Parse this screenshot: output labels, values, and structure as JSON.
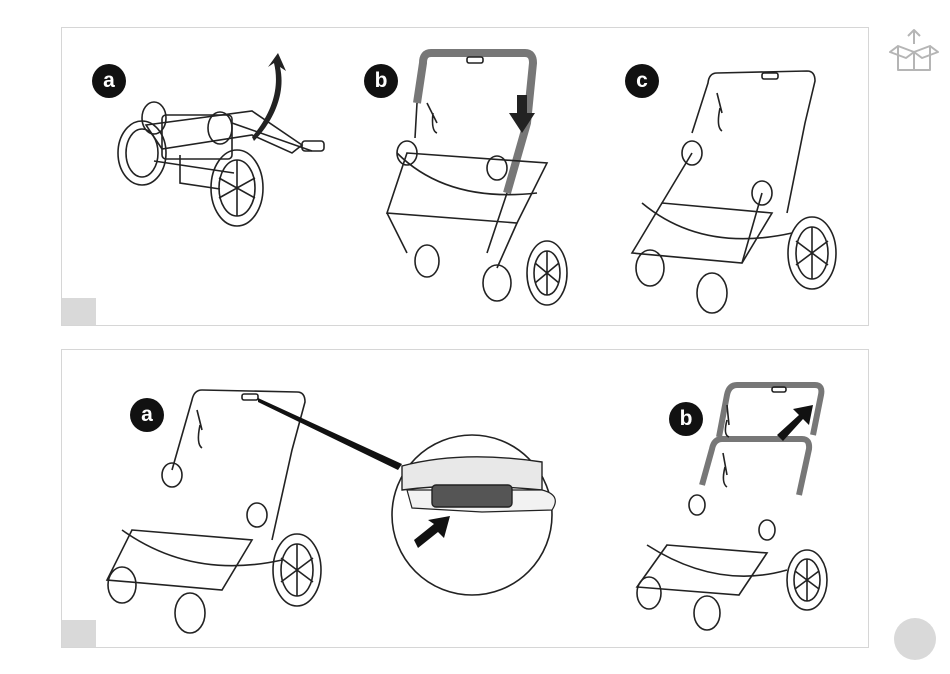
{
  "panel_1": {
    "labels": [
      "a",
      "b",
      "c"
    ]
  },
  "panel_2": {
    "labels": [
      "a",
      "b"
    ]
  },
  "icons": {
    "box": "unbox-arrow-icon",
    "arrow": "direction-arrow-icon"
  },
  "colors": {
    "badge": "#111111",
    "panel_border": "#d6d6d6",
    "step_box": "#d9d9d9",
    "highlight": "#777777"
  }
}
